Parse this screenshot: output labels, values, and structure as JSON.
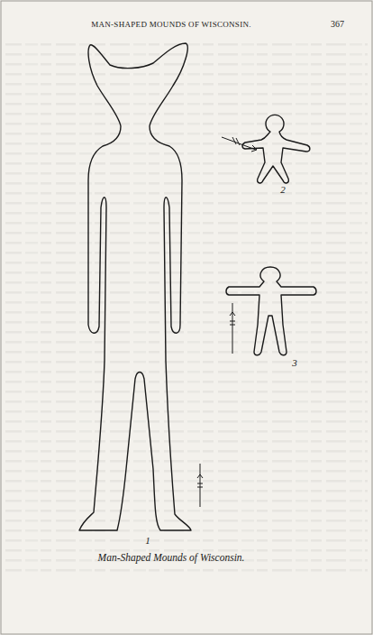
{
  "diagram": {
    "title": "MAN-SHAPED MOUNDS OF WISCONSIN.",
    "caption": "Man-Shaped Mounds of Wisconsin.",
    "labels": [
      "367",
      "1",
      "2",
      "3"
    ]
  }
}
